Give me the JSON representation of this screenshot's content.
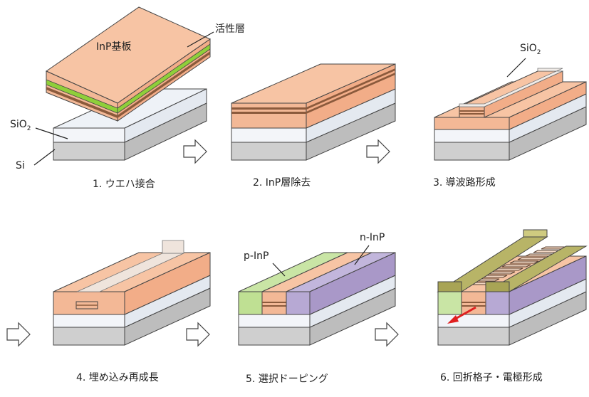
{
  "step_captions": [
    "1. ウエハ接合",
    "2. InP層除去",
    "3. 導波路形成",
    "4. 埋め込み再成長",
    "5. 選択ドーピング",
    "6. 回折格子・電極形成"
  ],
  "labels": {
    "inp_substrate": "InP基板",
    "active_layer": "活性層",
    "sio2_main": "SiO",
    "sio2_sub": "2",
    "si": "Si",
    "p_inp": "p-InP",
    "n_inp": "n-InP"
  },
  "colors": {
    "inp": "#f7c4a4",
    "inp_side": "#f2ad88",
    "active": "#8fcf3a",
    "brown": "#8b5a3c",
    "sio2": "#eef2f7",
    "si": "#dedede",
    "p_region": "#c9e5a5",
    "n_region": "#c2b6dc",
    "electrode": "#b8b467",
    "arrow_red": "#e02020"
  },
  "icons": [
    "process-arrow-icon"
  ]
}
